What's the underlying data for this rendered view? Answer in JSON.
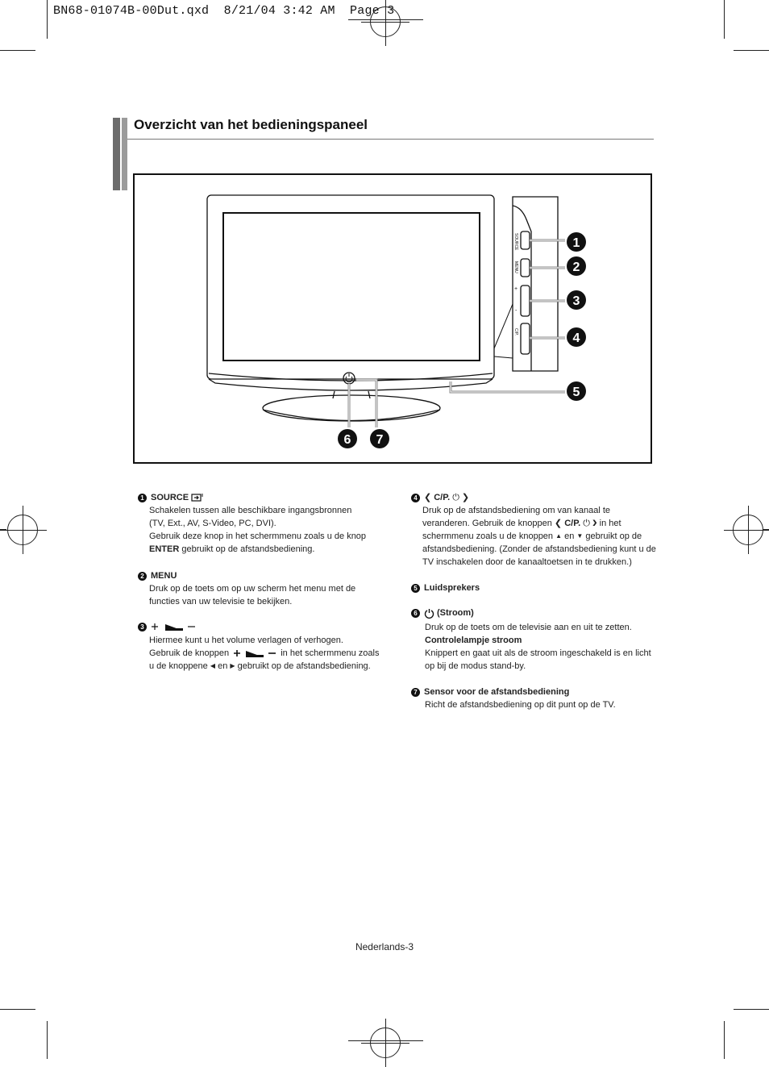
{
  "header": {
    "file_line": "BN68-01074B-00Dut.qxd  8/21/04 3:42 AM  Page 3"
  },
  "section": {
    "title": "Overzicht van het bedieningspaneel"
  },
  "diagram": {
    "callouts": [
      "1",
      "2",
      "3",
      "4",
      "5",
      "6",
      "7"
    ],
    "side_labels": [
      "SOURCE",
      "MENU",
      "+",
      "-",
      "C/P."
    ]
  },
  "items": [
    {
      "num": "1",
      "label": "SOURCE",
      "lines": [
        "Schakelen tussen alle beschikbare ingangsbronnen",
        "(TV, Ext., AV, S-Video, PC, DVI).",
        "Gebruik deze knop in het schermmenu zoals u de knop"
      ],
      "bold_word": "ENTER",
      "after_bold": " gebruikt op de afstandsbediening."
    },
    {
      "num": "2",
      "label": "MENU",
      "lines": [
        "Druk op de toets om op uw scherm het menu met de",
        "functies van uw televisie te bekijken."
      ]
    },
    {
      "num": "3",
      "line1": "Hiermee kunt u het volume verlagen of verhogen.",
      "line2a": "Gebruik de knoppen",
      "line2b": "in het schermmenu zoals",
      "line3a": "u de knoppene",
      "line3b": "en",
      "line3c": "gebruikt op de afstandsbediening."
    },
    {
      "num": "4",
      "label": "C/P.",
      "line1": "Druk op de afstandsbediening om van kanaal te",
      "line2a": "veranderen. Gebruik de knoppen",
      "line2b": "in het",
      "line3a": "schermmenu zoals u de knoppen",
      "line3b": "en",
      "line3c": "gebruikt op de",
      "line4": "afstandsbediening. (Zonder de afstandsbediening kunt u de",
      "line5": "TV inschakelen door de kanaaltoetsen in te drukken.)"
    },
    {
      "num": "5",
      "label": "Luidsprekers"
    },
    {
      "num": "6",
      "label": "(Stroom)",
      "line1": "Druk op de toets om de televisie aan en uit te zetten.",
      "sub_label": "Controlelampje stroom",
      "line2": "Knippert en gaat uit als de stroom ingeschakeld is en licht",
      "line3": "op bij de modus stand-by."
    },
    {
      "num": "7",
      "label": "Sensor voor de afstandsbediening",
      "line1": "Richt de afstandsbediening op dit punt op de TV."
    }
  ],
  "footer": {
    "page": "Nederlands-3"
  }
}
